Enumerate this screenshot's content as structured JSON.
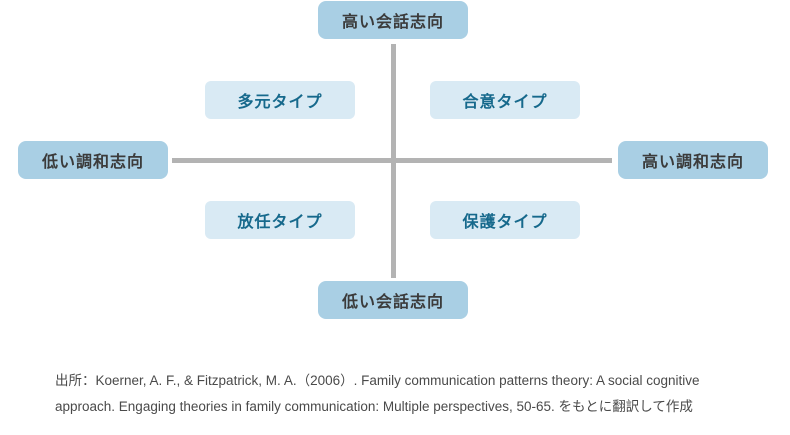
{
  "diagram": {
    "title_semantic": "family-communication-patterns-quadrant",
    "axes": {
      "top": "高い会話志向",
      "bottom": "低い会話志向",
      "left": "低い調和志向",
      "right": "高い調和志向"
    },
    "quadrants": {
      "top_left": "多元タイプ",
      "top_right": "合意タイプ",
      "bottom_left": "放任タイプ",
      "bottom_right": "保護タイプ"
    },
    "colors": {
      "axis_box_bg": "#a9cfe4",
      "quadrant_box_bg": "#d9eaf4",
      "quadrant_text": "#16698c",
      "axis_text": "#3b3b3b",
      "axis_line": "#b3b3b3",
      "footer_text": "#4a4a4a",
      "background": "#ffffff"
    }
  },
  "footer": {
    "line1": "出所：Koerner, A. F., & Fitzpatrick, M. A.（2006）. Family communication patterns theory: A social cognitive",
    "line2": "approach. Engaging theories in family communication: Multiple perspectives, 50-65. をもとに翻訳して作成"
  }
}
